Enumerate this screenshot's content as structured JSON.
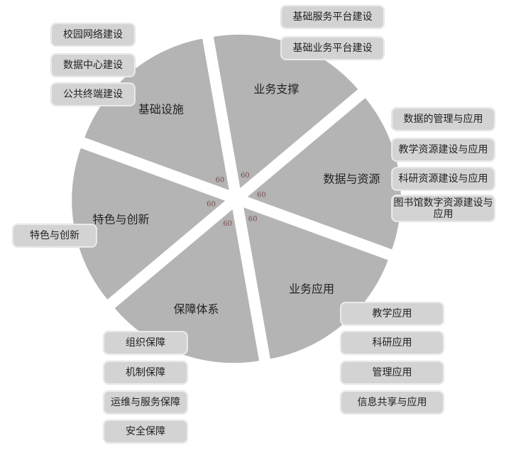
{
  "slices": [
    {
      "label": "业务支撑",
      "value": 60
    },
    {
      "label": "数据与资源",
      "value": 60
    },
    {
      "label": "业务应用",
      "value": 60
    },
    {
      "label": "保障体系",
      "value": 60
    },
    {
      "label": "特色与创新",
      "value": 60
    },
    {
      "label": "基础设施",
      "value": 60
    }
  ],
  "boxes": {
    "jichu": [
      "校园网络建设",
      "数据中心建设",
      "公共终端建设"
    ],
    "zhicheng": [
      "基础服务平台建设",
      "基础业务平台建设"
    ],
    "shuju": [
      "数据的管理与应用",
      "教学资源建设与应用",
      "科研资源建设与应用",
      "图书馆数字资源建设与应用"
    ],
    "tese": [
      "特色与创新"
    ],
    "yingyong": [
      "教学应用",
      "科研应用",
      "管理应用",
      "信息共享与应用"
    ],
    "baozhang": [
      "组织保障",
      "机制保障",
      "运维与服务保障",
      "安全保障"
    ]
  },
  "colors": {
    "slice": "#b4b4b4",
    "box": "#d3d3d3"
  }
}
